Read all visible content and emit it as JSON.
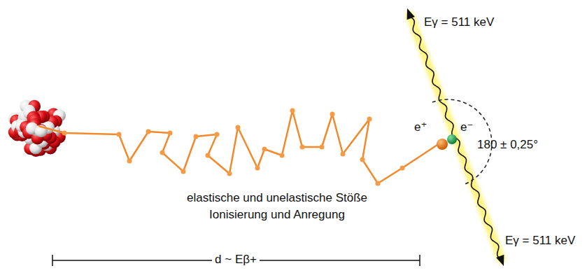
{
  "diagram": {
    "labels": [
      "Eγ = 511 keV",
      "Eγ = 511 keV",
      "e⁺",
      "e⁻",
      "180 ± 0,25°",
      "elastische und unelastische Stöße",
      "Ionisierung und Anregung",
      "d ~ Eβ+"
    ]
  }
}
